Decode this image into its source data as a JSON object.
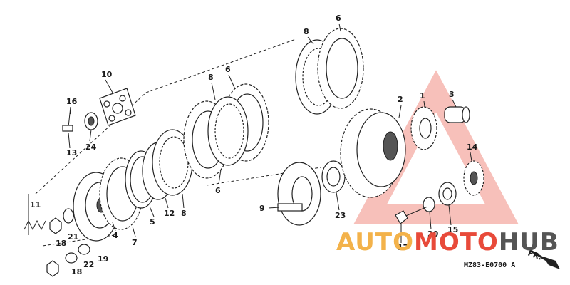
{
  "diagram": {
    "code": "MZ83-E0700 A",
    "direction_label": "FR.",
    "labels": [
      "1",
      "2",
      "3",
      "4",
      "5",
      "6",
      "6",
      "6",
      "7",
      "8",
      "8",
      "8",
      "9",
      "10",
      "11",
      "12",
      "13",
      "14",
      "15",
      "16",
      "17",
      "18",
      "18",
      "19",
      "20",
      "21",
      "22",
      "23",
      "24"
    ]
  },
  "watermark": {
    "part1": "AUTO",
    "part2": "MOTO",
    "part3": "HUB",
    "color_auto": "#f3b24a",
    "color_moto": "#e84a3a",
    "color_hub": "#555555"
  }
}
